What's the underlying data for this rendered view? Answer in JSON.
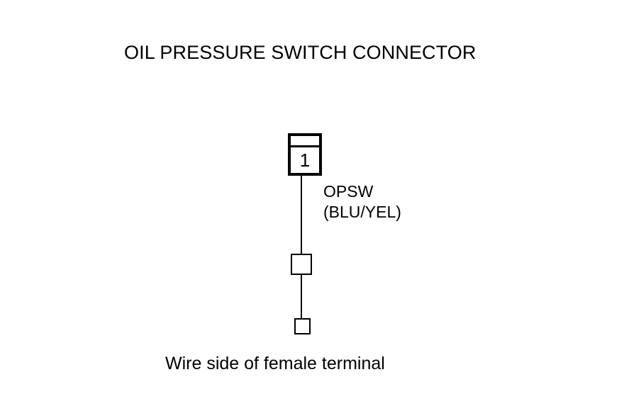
{
  "diagram": {
    "title": "OIL PRESSURE SWITCH CONNECTOR",
    "caption": "Wire side of female terminal",
    "background_color": "#ffffff",
    "line_color": "#000000",
    "connector": {
      "pin_number": "1"
    },
    "wire": {
      "circuit_name": "OPSW",
      "color_code": "(BLU/YEL)"
    }
  }
}
